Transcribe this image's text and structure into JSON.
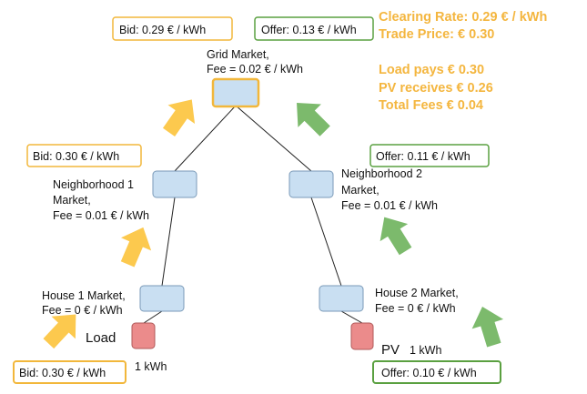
{
  "colors": {
    "market_fill": "#c9dff2",
    "market_stroke": "#7a9ab8",
    "device_fill": "#eb8b8b",
    "device_stroke": "#b05a5a",
    "bid": "#f2b73b",
    "offer": "#5aa040",
    "arrow_yellow": "#fcc94e",
    "arrow_green": "#7cba6c",
    "summary_text": "#f4b63f",
    "line": "#222222"
  },
  "summary": {
    "clearing_rate": "Clearing Rate: 0.29 € / kWh",
    "trade_price": "Trade Price: € 0.30",
    "load_pays": "Load pays € 0.30",
    "pv_receives": "PV receives € 0.26",
    "total_fees": "Total Fees € 0.04"
  },
  "markets": {
    "grid": {
      "line1": "Grid Market,",
      "line2": "Fee = 0.02 € / kWh"
    },
    "neighborhood1": {
      "line1": "Neighborhood 1",
      "line2": "Market,",
      "line3": "Fee = 0.01 € / kWh"
    },
    "neighborhood2": {
      "line1": "Neighborhood 2",
      "line2": "Market,",
      "line3": "Fee = 0.01 € / kWh"
    },
    "house1": {
      "line1": "House 1 Market,",
      "line2": "Fee = 0 € / kWh"
    },
    "house2": {
      "line1": "House 2 Market,",
      "line2": "Fee = 0 € / kWh"
    }
  },
  "devices": {
    "load": {
      "label": "Load",
      "energy": "1 kWh"
    },
    "pv": {
      "label": "PV",
      "energy": "1 kWh"
    }
  },
  "bids_offers": {
    "grid_bid": "Bid: 0.29 € / kWh",
    "grid_offer": "Offer: 0.13 € / kWh",
    "neighborhood1_bid": "Bid: 0.30 € / kWh",
    "neighborhood2_offer": "Offer: 0.11 € / kWh",
    "load_bid": "Bid: 0.30 € / kWh",
    "pv_offer": "Offer: 0.10 € / kWh"
  }
}
